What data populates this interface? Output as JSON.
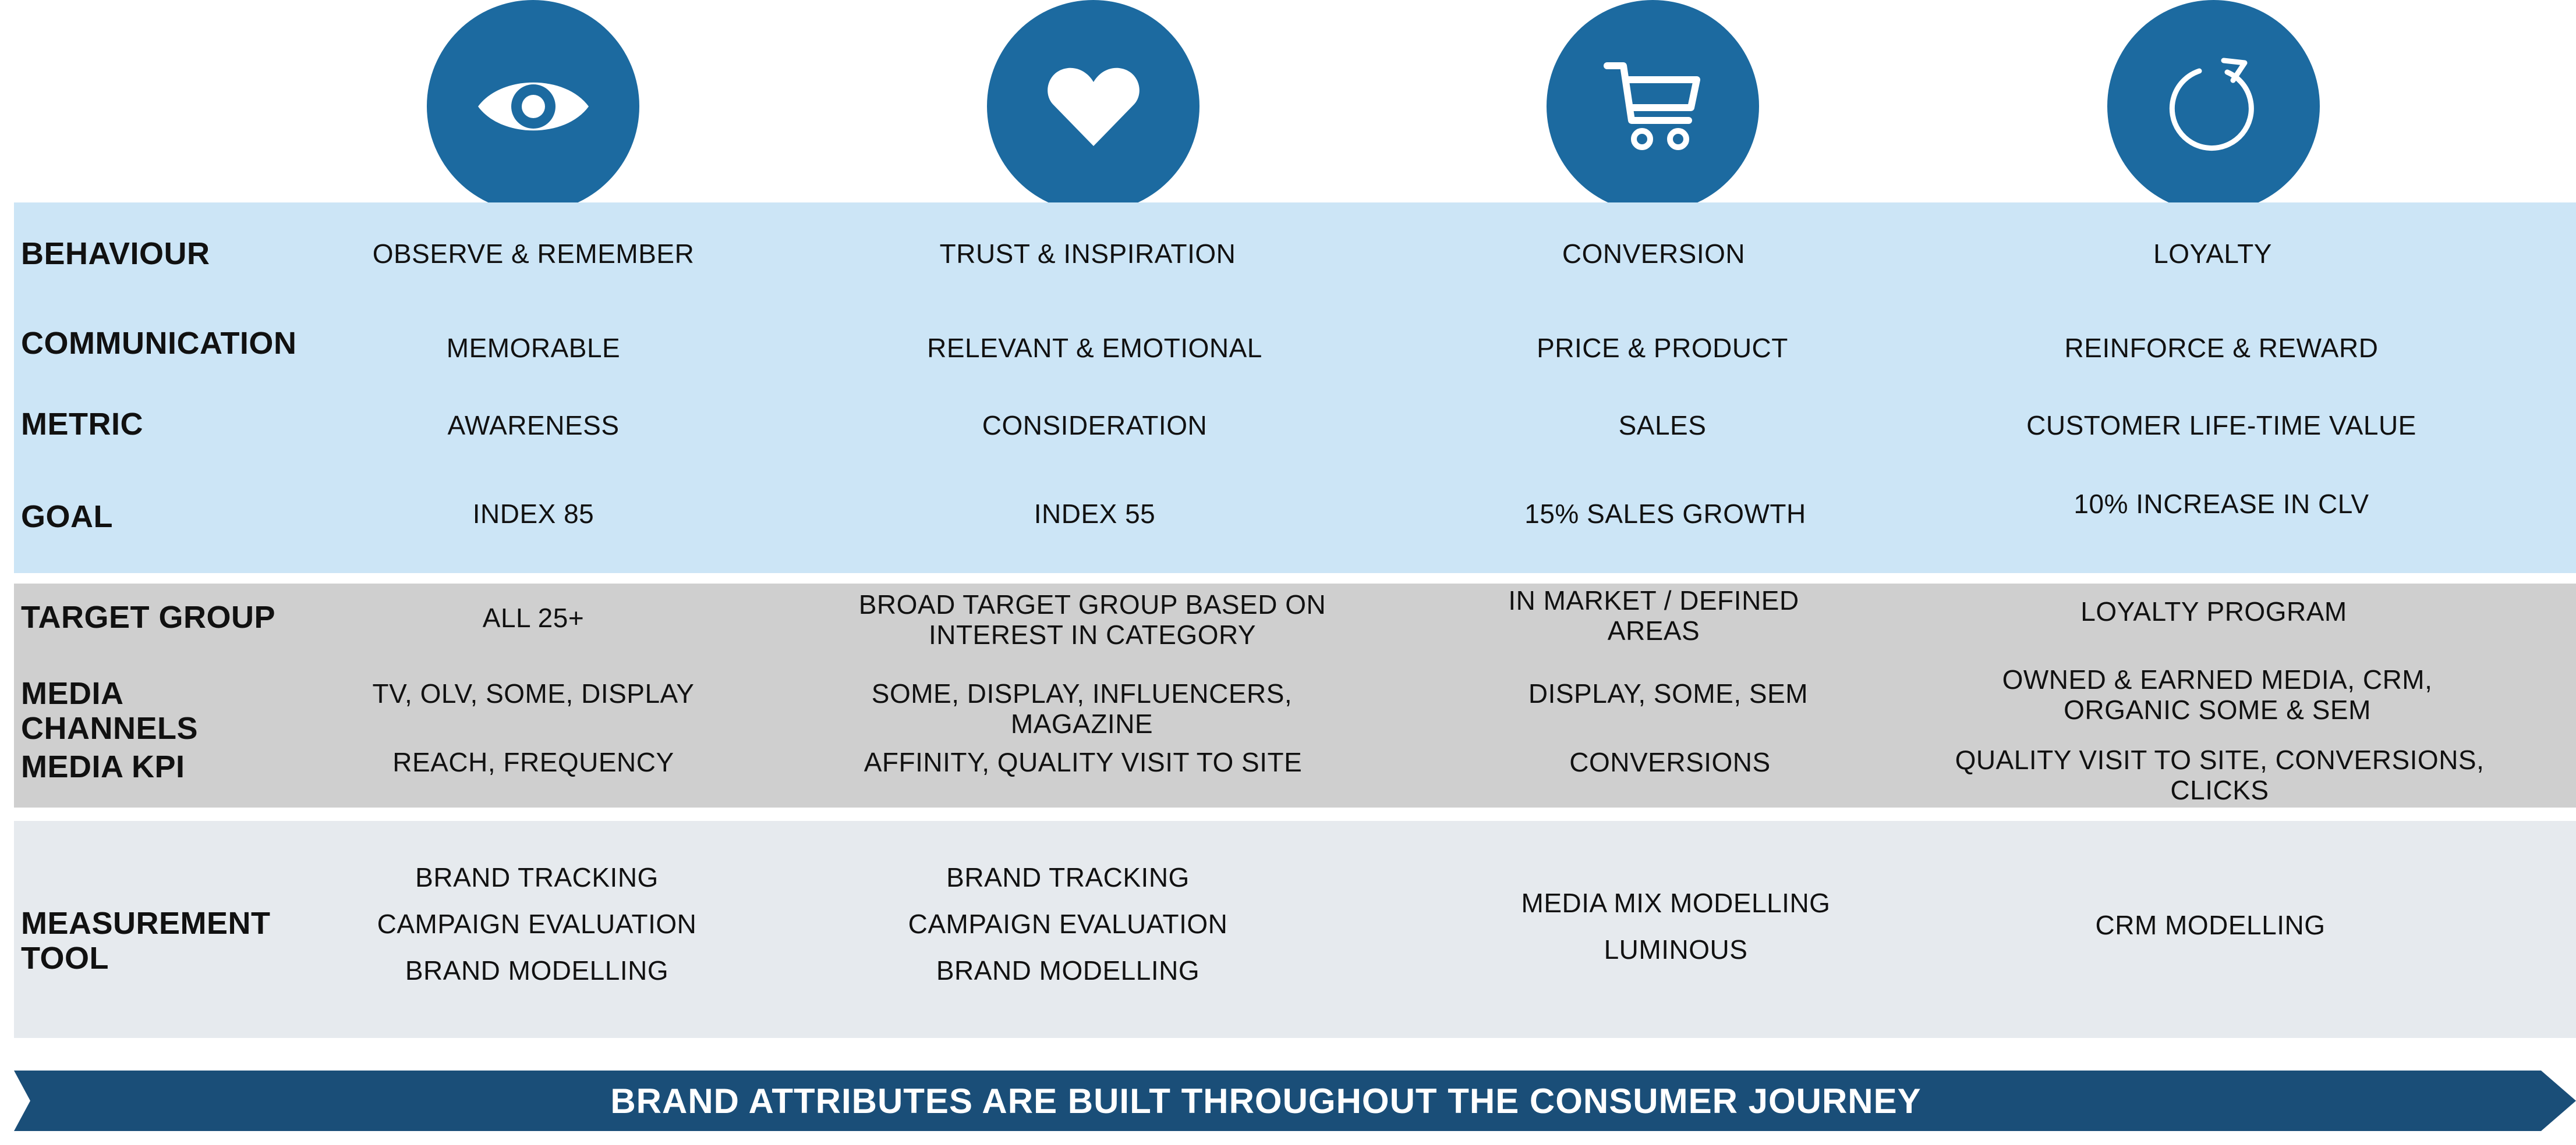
{
  "colors": {
    "icon_fill": "#1c6aa0",
    "band_blue": "#cce5f6",
    "band_grey": "#cfcfcf",
    "band_light": "#e6eaee",
    "banner": "#1a4e78"
  },
  "stages": [
    {
      "icon": "eye-icon"
    },
    {
      "icon": "heart-icon"
    },
    {
      "icon": "shopping-cart-icon"
    },
    {
      "icon": "refresh-icon"
    }
  ],
  "rows": {
    "behaviour": {
      "label": "BEHAVIOUR",
      "values": [
        "OBSERVE & REMEMBER",
        "TRUST & INSPIRATION",
        "CONVERSION",
        "LOYALTY"
      ]
    },
    "communication": {
      "label": "COMMUNICATION",
      "values": [
        "MEMORABLE",
        "RELEVANT & EMOTIONAL",
        "PRICE & PRODUCT",
        "REINFORCE & REWARD"
      ]
    },
    "metric": {
      "label": "METRIC",
      "values": [
        "AWARENESS",
        "CONSIDERATION",
        "SALES",
        "CUSTOMER LIFE-TIME VALUE"
      ]
    },
    "goal": {
      "label": "GOAL",
      "values": [
        "INDEX 85",
        "INDEX 55",
        "15% SALES GROWTH",
        "10% INCREASE IN CLV"
      ]
    },
    "target_group": {
      "label": "TARGET GROUP",
      "values": [
        [
          "ALL 25+"
        ],
        [
          "BROAD TARGET GROUP BASED ON",
          "INTEREST IN CATEGORY"
        ],
        [
          "IN MARKET / DEFINED",
          "AREAS"
        ],
        [
          "LOYALTY PROGRAM"
        ]
      ]
    },
    "media_channels": {
      "label_lines": [
        "MEDIA",
        "CHANNELS"
      ],
      "values": [
        [
          "TV, OLV, SOME, DISPLAY"
        ],
        [
          "SOME, DISPLAY, INFLUENCERS,",
          "MAGAZINE"
        ],
        [
          "DISPLAY, SOME, SEM"
        ],
        [
          "OWNED & EARNED MEDIA, CRM,",
          "ORGANIC SOME & SEM"
        ]
      ]
    },
    "media_kpi": {
      "label": "MEDIA KPI",
      "values": [
        [
          "REACH, FREQUENCY"
        ],
        [
          "AFFINITY, QUALITY VISIT TO SITE"
        ],
        [
          "CONVERSIONS"
        ],
        [
          "QUALITY VISIT TO SITE, CONVERSIONS,",
          "CLICKS"
        ]
      ]
    },
    "measurement_tool": {
      "label_lines": [
        "MEASUREMENT",
        "TOOL"
      ],
      "values": [
        [
          "BRAND TRACKING",
          "CAMPAIGN EVALUATION",
          "BRAND MODELLING"
        ],
        [
          "BRAND TRACKING",
          "CAMPAIGN EVALUATION",
          "BRAND MODELLING"
        ],
        [
          "MEDIA MIX MODELLING",
          "LUMINOUS"
        ],
        [
          "CRM MODELLING"
        ]
      ]
    }
  },
  "banner": {
    "text": "BRAND ATTRIBUTES ARE BUILT THROUGHOUT THE CONSUMER JOURNEY"
  }
}
